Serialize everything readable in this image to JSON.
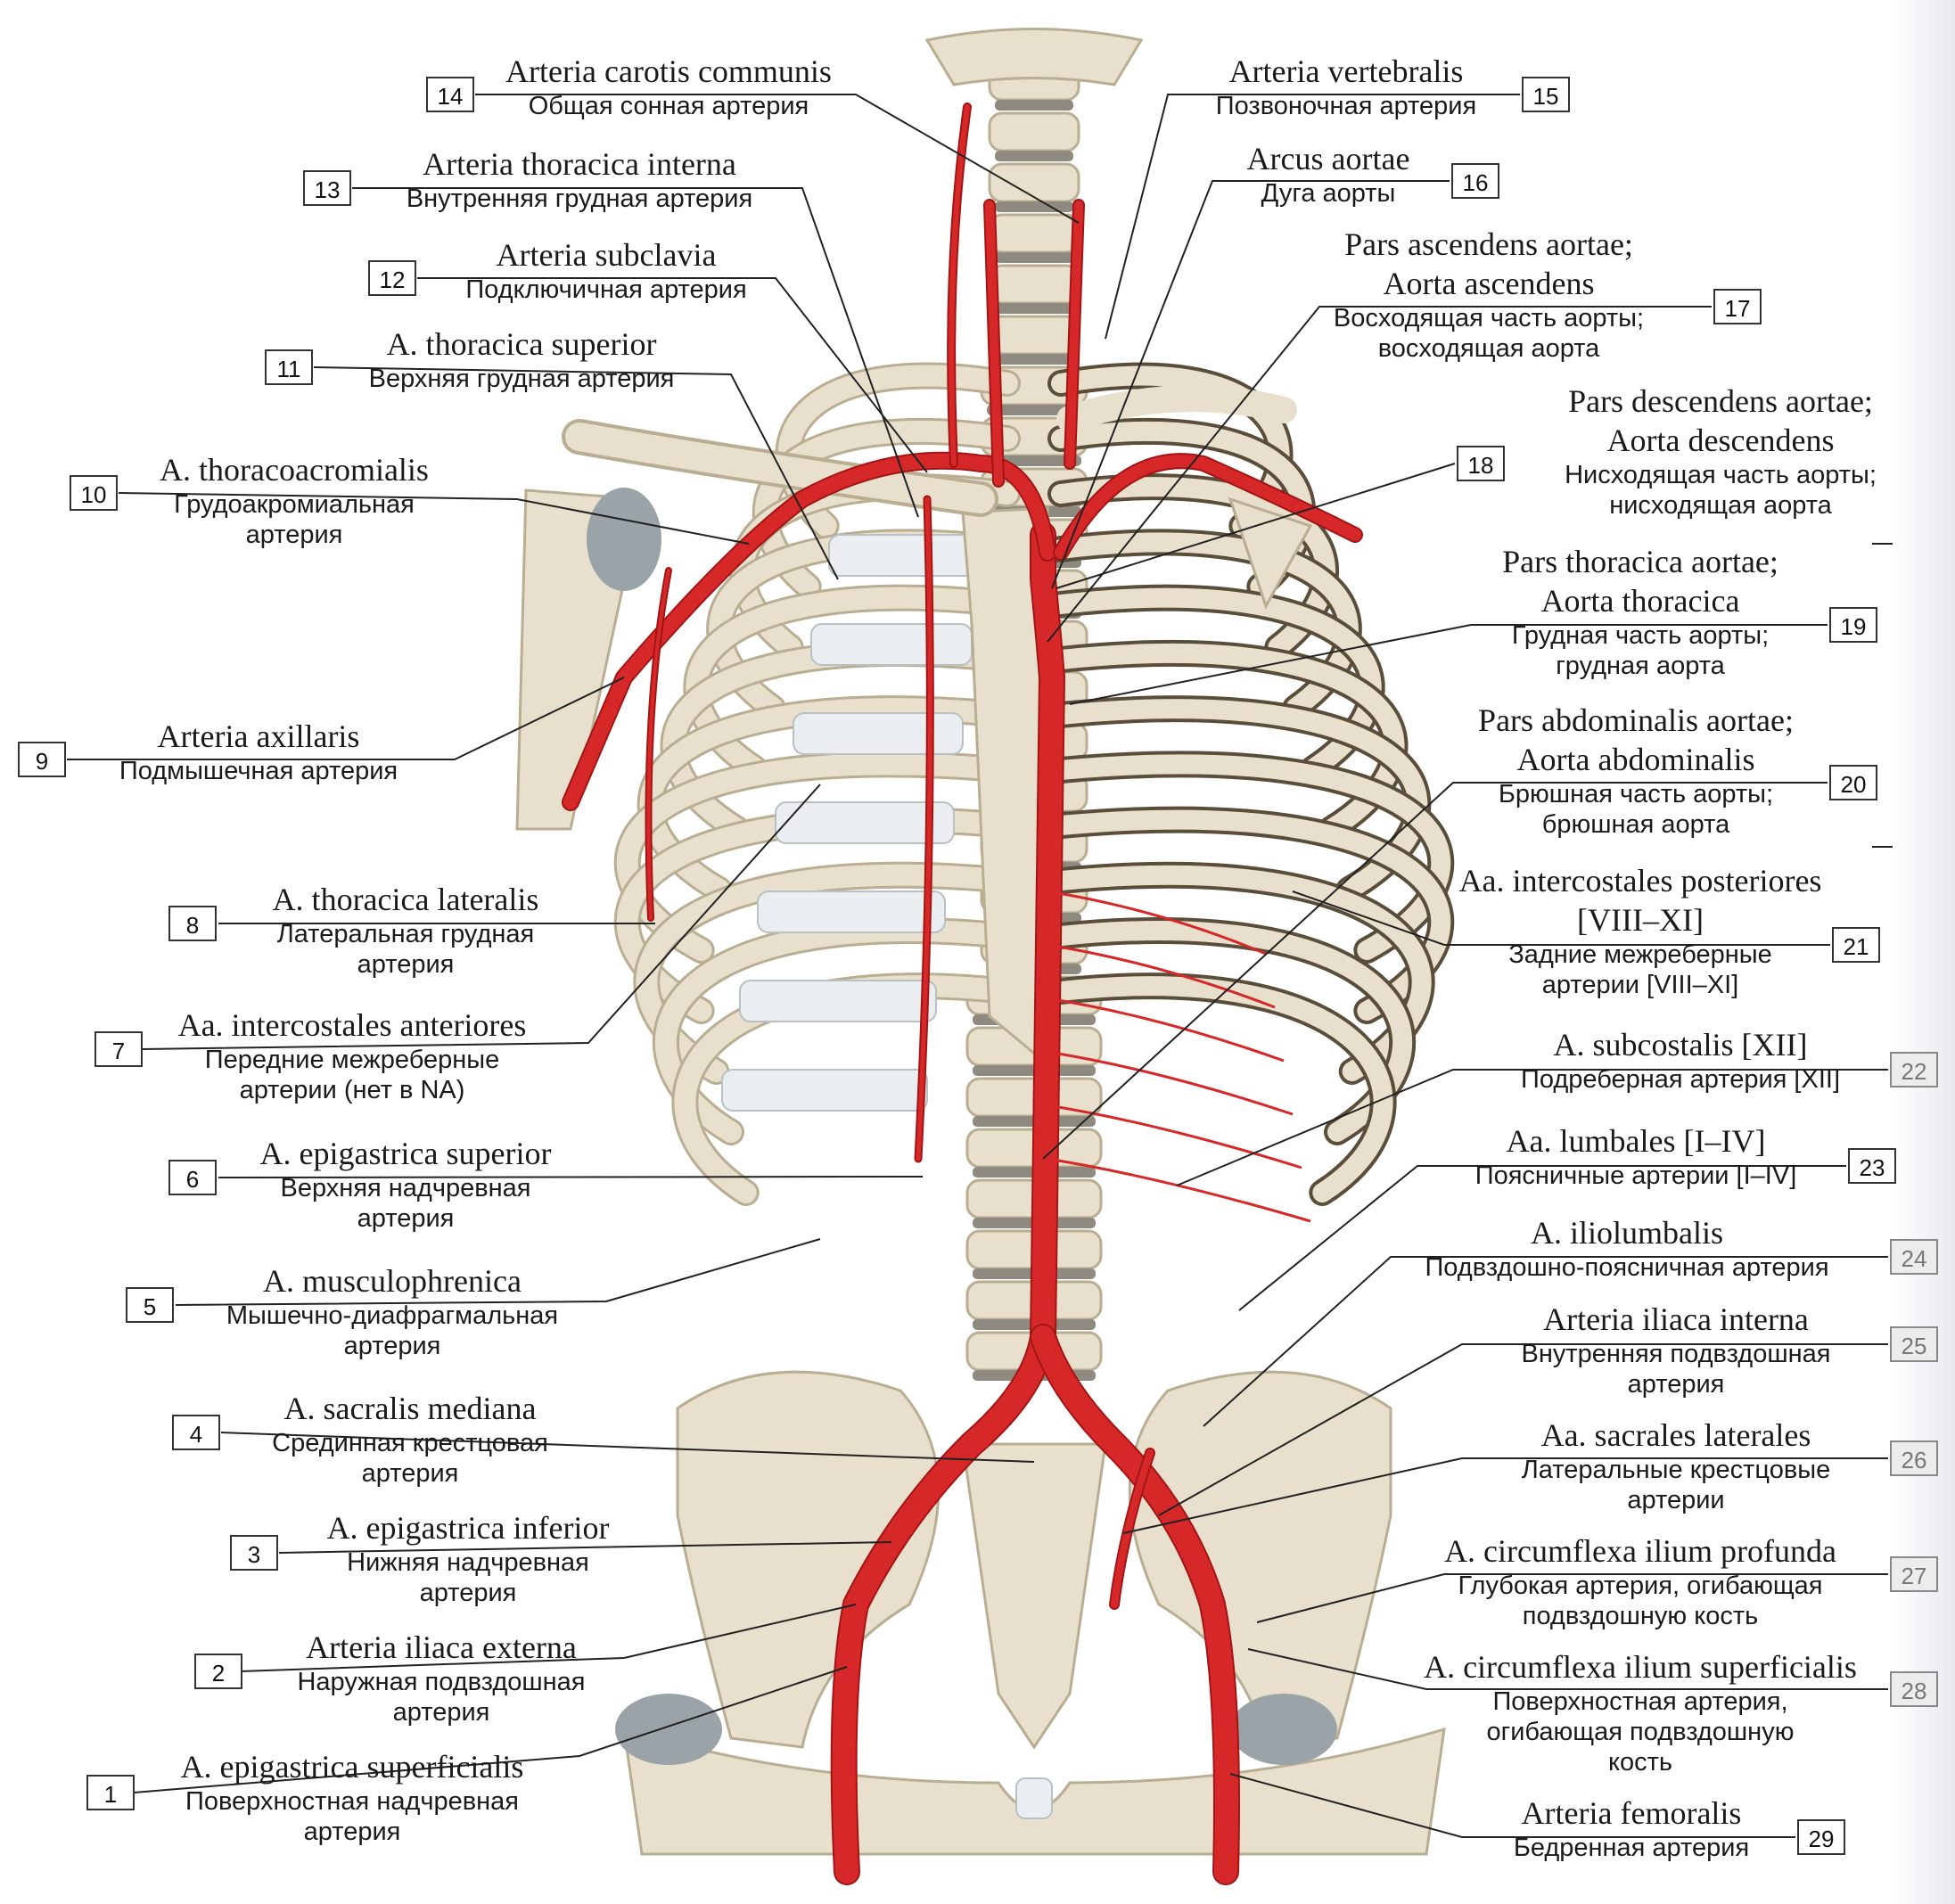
{
  "figure": {
    "colors": {
      "bone": "#e8e0cc",
      "bone_shadow": "#b9ad92",
      "cartilage": "#eaeef0",
      "artery": "#d62828",
      "artery_dark": "#a31515",
      "leader": "#222222"
    },
    "labels": [
      {
        "n": "1",
        "latin": "A. epigastrica superficialis",
        "russian": [
          "Поверхностная надчревная",
          "артерия"
        ]
      },
      {
        "n": "2",
        "latin": "Arteria iliaca externa",
        "russian": [
          "Наружная подвздошная",
          "артерия"
        ]
      },
      {
        "n": "3",
        "latin": "A. epigastrica inferior",
        "russian": [
          "Нижняя надчревная",
          "артерия"
        ]
      },
      {
        "n": "4",
        "latin": "A. sacralis mediana",
        "russian": [
          "Срединная крестцовая",
          "артерия"
        ]
      },
      {
        "n": "5",
        "latin": "A. musculophrenica",
        "russian": [
          "Мышечно-диафрагмальная",
          "артерия"
        ]
      },
      {
        "n": "6",
        "latin": "A. epigastrica superior",
        "russian": [
          "Верхняя надчревная",
          "артерия"
        ]
      },
      {
        "n": "7",
        "latin": "Aa. intercostales anteriores",
        "russian": [
          "Передние межреберные",
          "артерии (нет в NA)"
        ]
      },
      {
        "n": "8",
        "latin": "A. thoracica lateralis",
        "russian": [
          "Латеральная грудная",
          "артерия"
        ]
      },
      {
        "n": "9",
        "latin": "Arteria axillaris",
        "russian": [
          "Подмышечная артерия"
        ]
      },
      {
        "n": "10",
        "latin": "A. thoracoacromialis",
        "russian": [
          "Грудоакромиальная",
          "артерия"
        ]
      },
      {
        "n": "11",
        "latin": "A. thoracica superior",
        "russian": [
          "Верхняя грудная артерия"
        ]
      },
      {
        "n": "12",
        "latin": "Arteria subclavia",
        "russian": [
          "Подключичная артерия"
        ]
      },
      {
        "n": "13",
        "latin": "Arteria thoracica interna",
        "russian": [
          "Внутренняя грудная артерия"
        ]
      },
      {
        "n": "14",
        "latin": "Arteria carotis communis",
        "russian": [
          "Общая сонная артерия"
        ]
      },
      {
        "n": "15",
        "latin": "Arteria vertebralis",
        "russian": [
          "Позвоночная артерия"
        ]
      },
      {
        "n": "16",
        "latin": "Arcus aortae",
        "russian": [
          "Дуга аорты"
        ]
      },
      {
        "n": "17",
        "latin": "Pars ascendens aortae; Aorta ascendens",
        "russian": [
          "Восходящая часть аорты;",
          "восходящая аорта"
        ]
      },
      {
        "n": "18",
        "latin": "Pars descendens aortae; Aorta descendens",
        "russian": [
          "Нисходящая часть аорты;",
          "нисходящая аорта"
        ]
      },
      {
        "n": "19",
        "latin": "Pars thoracica aortae; Aorta thoracica",
        "russian": [
          "Грудная часть аорты;",
          "грудная аорта"
        ]
      },
      {
        "n": "20",
        "latin": "Pars abdominalis aortae; Aorta abdominalis",
        "russian": [
          "Брюшная часть аорты;",
          "брюшная аорта"
        ]
      },
      {
        "n": "21",
        "latin": "Aa. intercostales posteriores [VIII–XI]",
        "russian": [
          "Задние межреберные",
          "артерии [VIII–XI]"
        ]
      },
      {
        "n": "22",
        "latin": "A. subcostalis [XII]",
        "russian": [
          "Подреберная артерия [XII]"
        ]
      },
      {
        "n": "23",
        "latin": "Aa. lumbales [I–IV]",
        "russian": [
          "Поясничные артерии [I–IV]"
        ]
      },
      {
        "n": "24",
        "latin": "A. iliolumbalis",
        "russian": [
          "Подвздошно-поясничная артерия"
        ]
      },
      {
        "n": "25",
        "latin": "Arteria iliaca interna",
        "russian": [
          "Внутренняя подвздошная",
          "артерия"
        ]
      },
      {
        "n": "26",
        "latin": "Aa. sacrales laterales",
        "russian": [
          "Латеральные крестцовые",
          "артерии"
        ]
      },
      {
        "n": "27",
        "latin": "A. circumflexa ilium profunda",
        "russian": [
          "Глубокая артерия, огибающая",
          "подвздошную кость"
        ]
      },
      {
        "n": "28",
        "latin": "A. circumflexa ilium superficialis",
        "russian": [
          "Поверхностная артерия,",
          "огибающая подвздошную",
          "кость"
        ]
      },
      {
        "n": "29",
        "latin": "Arteria femoralis",
        "russian": [
          "Бедренная артерия"
        ]
      }
    ]
  }
}
